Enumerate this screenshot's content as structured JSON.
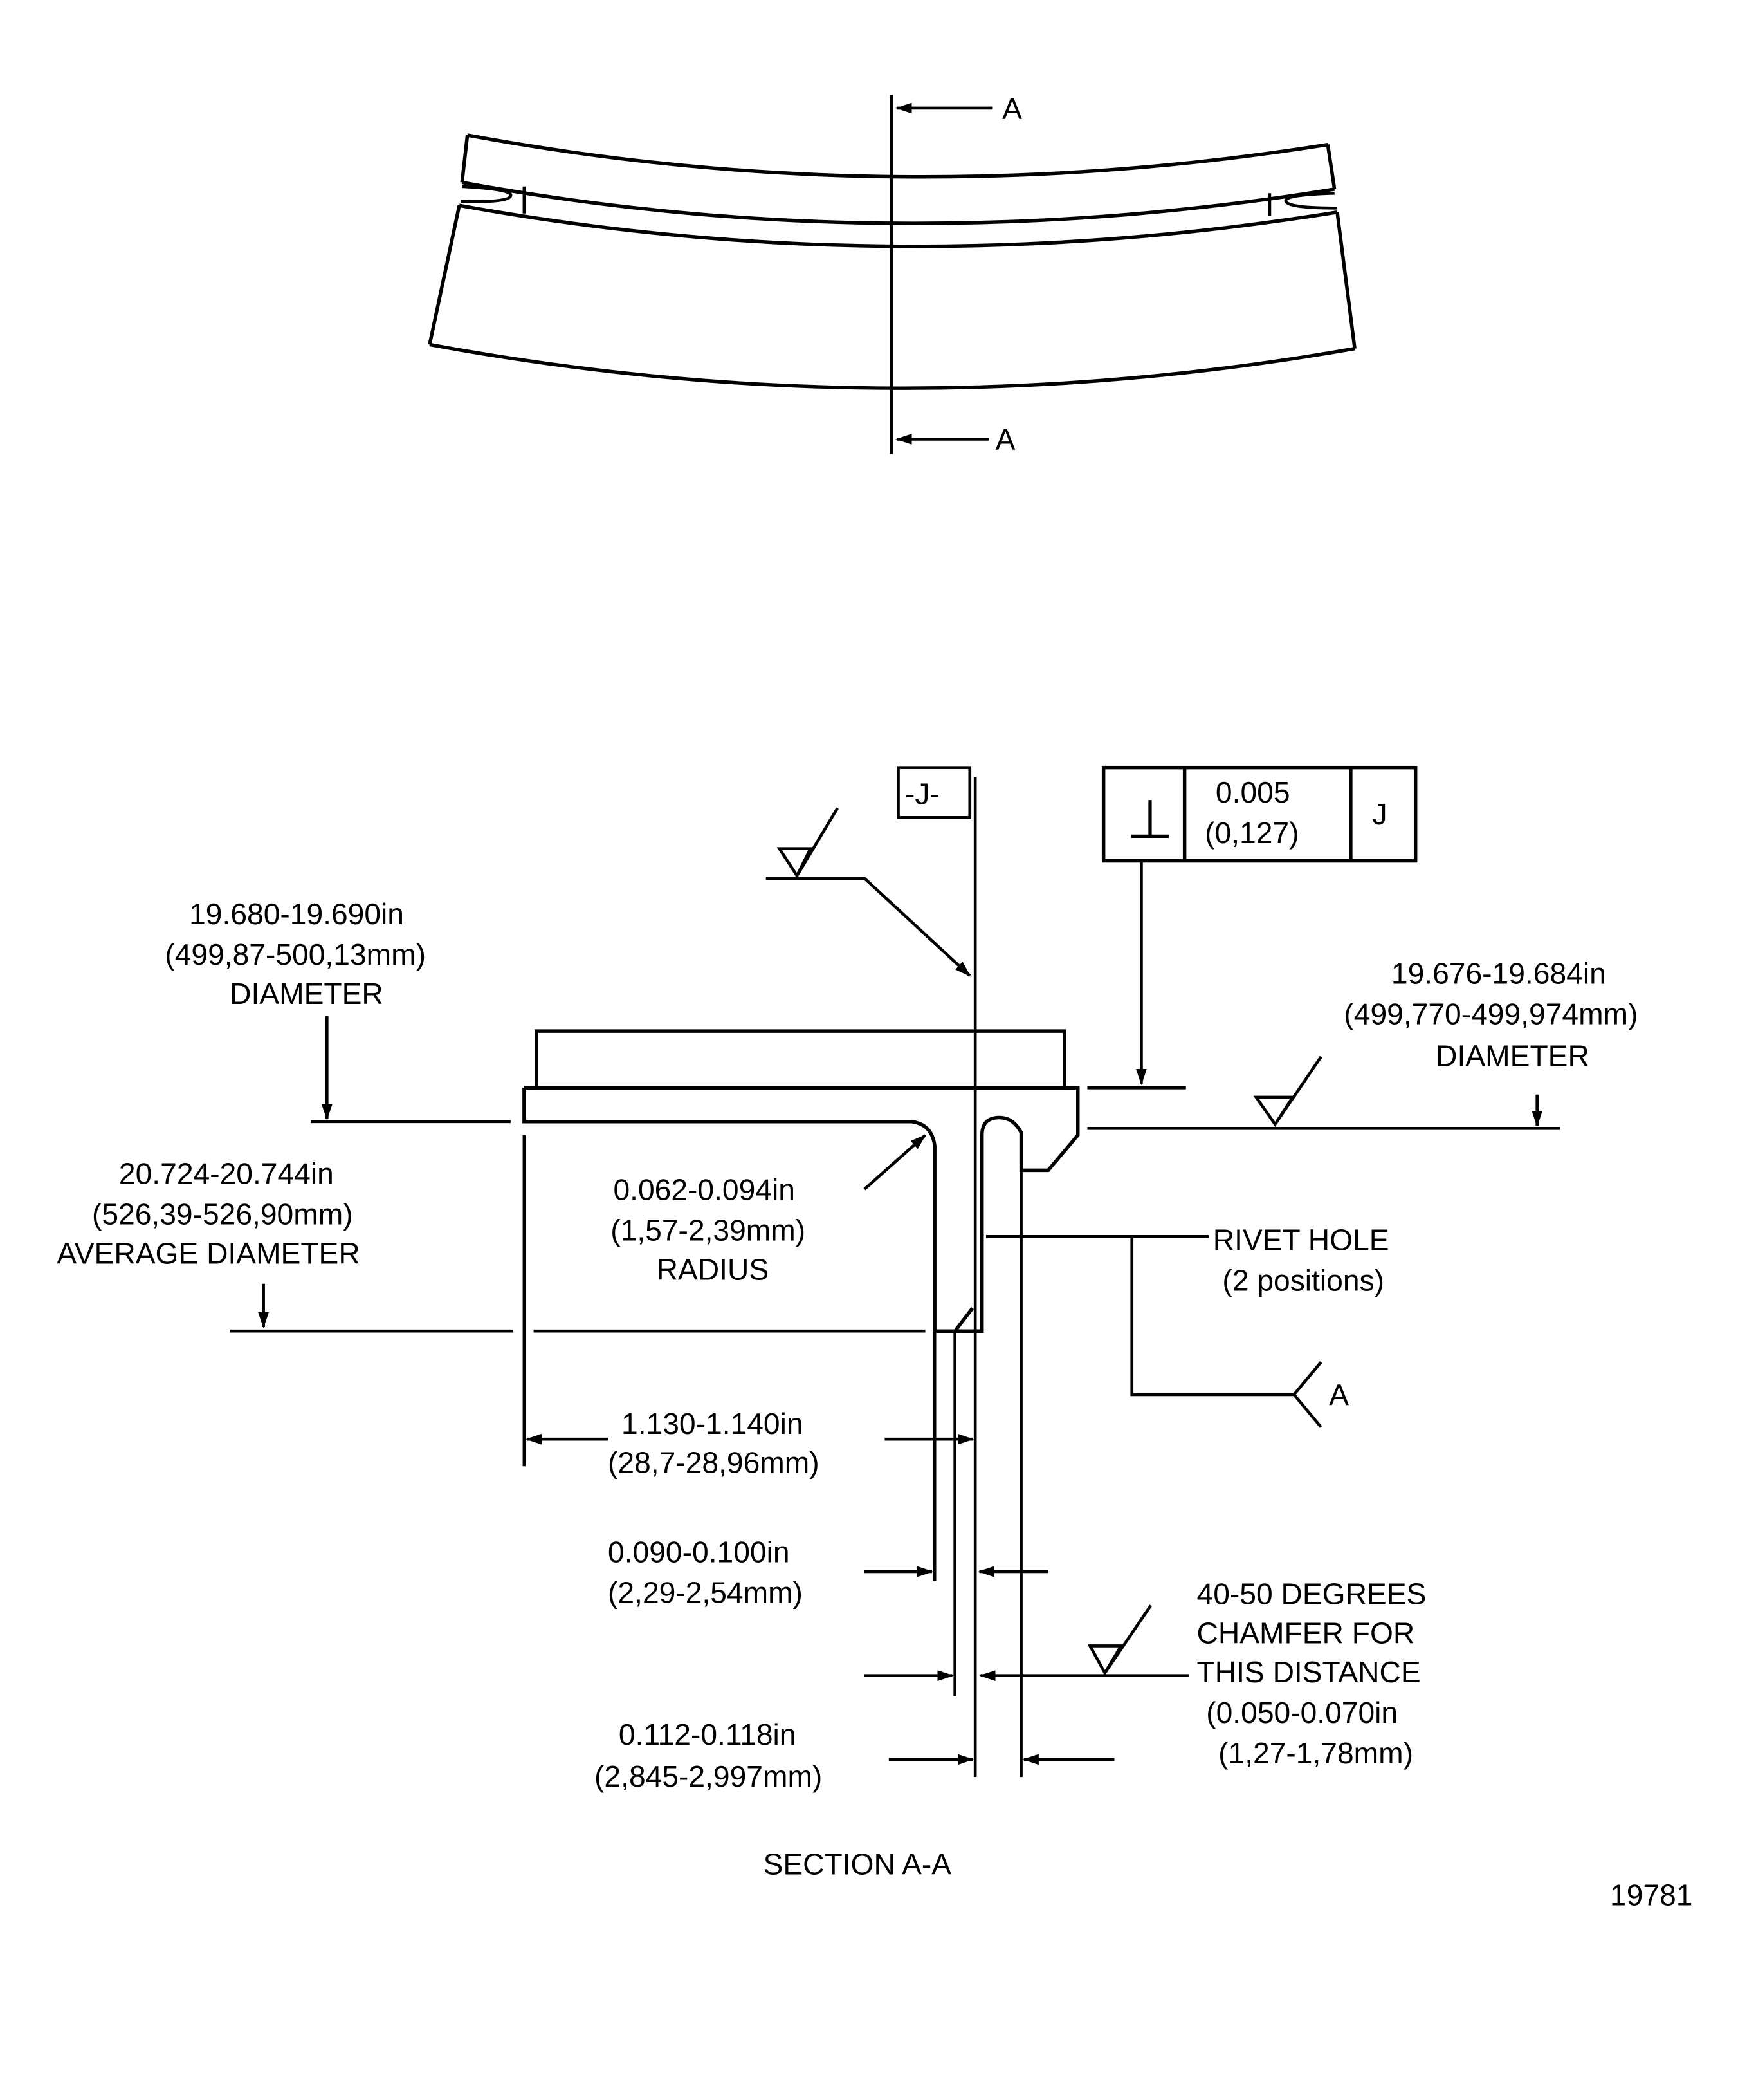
{
  "top_view": {
    "section_label_top": "A",
    "section_label_bottom": "A"
  },
  "datum": {
    "label": "-J-"
  },
  "feature_control_frame": {
    "symbol": "⊥",
    "tolerance": "0.005",
    "tolerance_mm": "(0,127)",
    "datum": "J"
  },
  "dim_top_left": {
    "line1": "19.680-19.690in",
    "line2": "(499,87-500,13mm)",
    "line3": "DIAMETER"
  },
  "dim_top_right": {
    "line1": "19.676-19.684in",
    "line2": "(499,770-499,974mm)",
    "line3": "DIAMETER"
  },
  "dim_avg": {
    "line1": "20.724-20.744in",
    "line2": "(526,39-526,90mm)",
    "line3": "AVERAGE DIAMETER"
  },
  "dim_radius": {
    "line1": "0.062-0.094in",
    "line2": "(1,57-2,39mm)",
    "line3": "RADIUS"
  },
  "rivet_hole": {
    "line1": "RIVET HOLE",
    "line2": "(2 positions)",
    "ref": "A"
  },
  "dim_width": {
    "line1": "1.130-1.140in",
    "line2": "(28,7-28,96mm)"
  },
  "dim_web": {
    "line1": "0.090-0.100in",
    "line2": "(2,29-2,54mm)"
  },
  "dim_thick": {
    "line1": "0.112-0.118in",
    "line2": "(2,845-2,997mm)"
  },
  "chamfer_note": {
    "line1": "40-50 DEGREES",
    "line2": "CHAMFER FOR",
    "line3": "THIS DISTANCE",
    "line4": "(0.050-0.070in",
    "line5": "(1,27-1,78mm)"
  },
  "caption": "SECTION A-A",
  "figure_number": "19781"
}
